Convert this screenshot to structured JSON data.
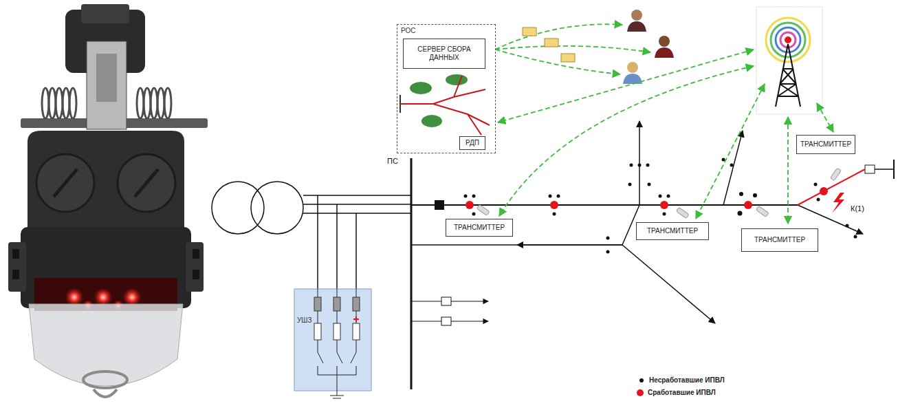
{
  "diagram": {
    "nodes": [
      {
        "text": [
          "РОС"
        ]
      },
      {
        "text": [
          "СЕРВЕР СБОРА ДАННЫХ"
        ],
        "in": 0
      },
      {
        "text": [
          "РДП"
        ],
        "in": 0
      },
      {
        "text": [
          "ТРАНСМИТТЕР"
        ]
      },
      {
        "text": [
          "ТРАНСМИТТЕР"
        ]
      },
      {
        "text": [
          "ТРАНСМИТТЕР"
        ]
      },
      {
        "text": [
          "ТРАНСМИТТЕР"
        ]
      },
      {
        "text": [
          "УШЗ"
        ]
      }
    ],
    "labels": [
      "ПС",
      "К(1)"
    ],
    "legend": [
      {
        "text": "Несработавшие ИПВЛ",
        "color": "#111111"
      },
      {
        "text": "Сработавшие ИПВЛ",
        "color": "#e3141b"
      }
    ]
  }
}
